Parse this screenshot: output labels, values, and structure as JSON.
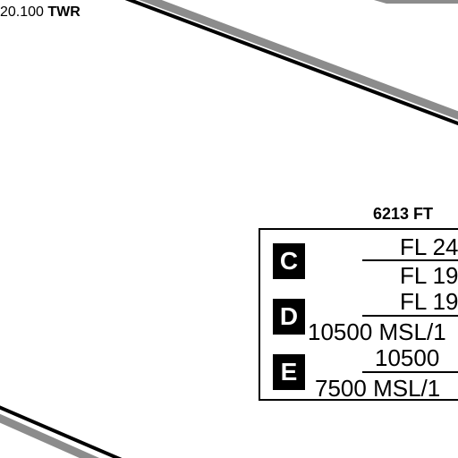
{
  "frequency": {
    "value": "20.100",
    "facility": "TWR"
  },
  "elevation_label": "6213 FT",
  "airspace_classes": [
    {
      "class": "C",
      "top": "FL 24",
      "bottom": "FL 19"
    },
    {
      "class": "D",
      "top": "FL 19",
      "bottom": "10500 MSL/1"
    },
    {
      "class": "E",
      "top": "10500",
      "bottom": "7500 MSL/1"
    }
  ],
  "colors": {
    "ink": "#000000",
    "shadow": "#8c8c8c",
    "paper": "#ffffff"
  }
}
